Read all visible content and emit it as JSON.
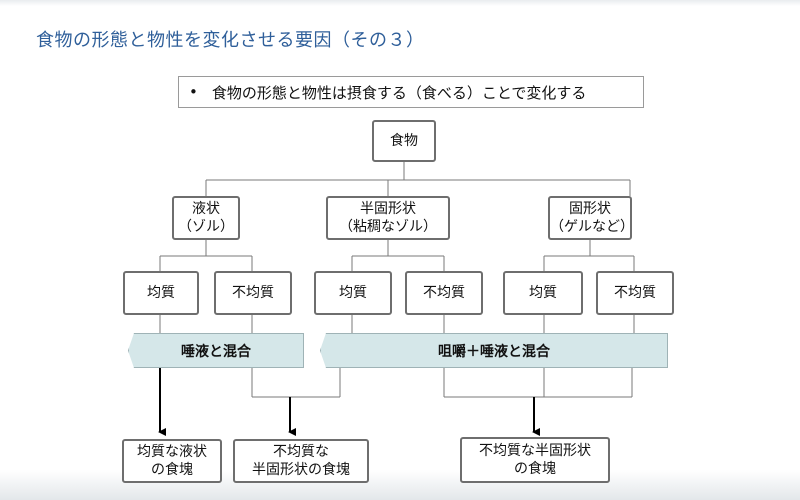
{
  "slide": {
    "title": "食物の形態と物性を変化させる要因（その３）",
    "bullet": "食物の形態と物性は摂食する（食べる）ことで変化する",
    "bullet_marker": "•"
  },
  "diagram": {
    "root": "食物",
    "categories": [
      {
        "label": "液状\n（ゾル）"
      },
      {
        "label": "半固形状\n（粘稠なゾル）"
      },
      {
        "label": "固形状\n（ゲルなど）"
      }
    ],
    "leaves": [
      {
        "label": "均質"
      },
      {
        "label": "不均質"
      },
      {
        "label": "均質"
      },
      {
        "label": "不均質"
      },
      {
        "label": "均質"
      },
      {
        "label": "不均質"
      }
    ],
    "processes": [
      {
        "label": "唾液と混合"
      },
      {
        "label": "咀嚼＋唾液と混合"
      }
    ],
    "outcomes": [
      {
        "label": "均質な液状\nの食塊"
      },
      {
        "label": "不均質な\n半固形状の食塊"
      },
      {
        "label": "不均質な半固形状\nの食塊"
      }
    ]
  },
  "colors": {
    "title": "#2f5f9a",
    "process_band": "#d5e7e9",
    "connector": "#7a7a7a",
    "arrow": "#000000"
  }
}
